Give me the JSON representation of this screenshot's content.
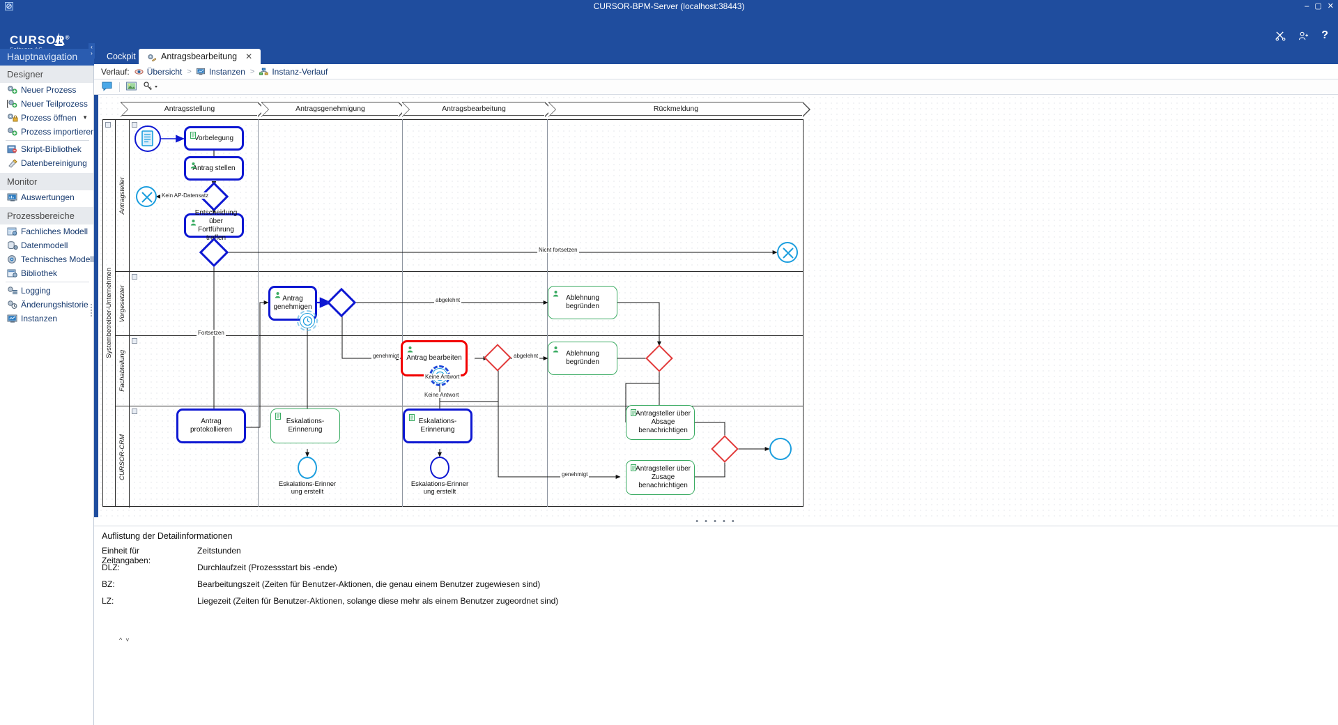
{
  "window": {
    "title": "CURSOR-BPM-Server (localhost:38443)",
    "app_icon": "app-icon",
    "minimize": "–",
    "maximize": "▢",
    "close": "✕"
  },
  "brand": {
    "name": "CURSOR",
    "trademark": "®",
    "subtitle": "Software AG"
  },
  "top_icons": [
    {
      "name": "tools-icon",
      "glyph": "✂"
    },
    {
      "name": "user-icon",
      "glyph": "👤"
    },
    {
      "name": "help-icon",
      "glyph": "?"
    }
  ],
  "sidebar": {
    "header": "Hauptnavigation",
    "collapse_glyph": "‹",
    "groups": [
      {
        "label": "Designer",
        "items": [
          {
            "label": "Neuer Prozess",
            "icon": "new-process-icon"
          },
          {
            "label": "Neuer Teilprozess",
            "icon": "new-subprocess-icon"
          },
          {
            "label": "Prozess öffnen",
            "icon": "open-process-icon",
            "has_chevron": true
          },
          {
            "label": "Prozess importieren",
            "icon": "import-process-icon"
          },
          {
            "separator": true
          },
          {
            "label": "Skript-Bibliothek",
            "icon": "script-library-icon"
          },
          {
            "label": "Datenbereinigung",
            "icon": "data-cleanup-icon"
          }
        ]
      },
      {
        "label": "Monitor",
        "items": [
          {
            "label": "Auswertungen",
            "icon": "reports-icon"
          }
        ]
      },
      {
        "label": "Prozessbereiche",
        "items": [
          {
            "label": "Fachliches Modell",
            "icon": "business-model-icon"
          },
          {
            "label": "Datenmodell",
            "icon": "data-model-icon"
          },
          {
            "label": "Technisches Modell",
            "icon": "technical-model-icon"
          },
          {
            "label": "Bibliothek",
            "icon": "library-icon"
          },
          {
            "separator": true
          },
          {
            "label": "Logging",
            "icon": "logging-icon"
          },
          {
            "label": "Änderungshistorie",
            "icon": "change-history-icon"
          },
          {
            "label": "Instanzen",
            "icon": "instances-icon"
          }
        ]
      }
    ]
  },
  "tabs": [
    {
      "label": "Cockpit",
      "active": false,
      "closable": false
    },
    {
      "label": "Antragsbearbeitung",
      "active": true,
      "closable": true,
      "close_glyph": "✕",
      "icon": "process-tab-icon"
    }
  ],
  "breadcrumb": {
    "label": "Verlauf:",
    "separator": ">",
    "items": [
      {
        "label": "Übersicht",
        "icon": "overview-eye-icon"
      },
      {
        "label": "Instanzen",
        "icon": "instances-monitor-icon"
      },
      {
        "label": "Instanz-Verlauf",
        "icon": "instance-history-icon"
      }
    ]
  },
  "toolbar": {
    "buttons": [
      {
        "name": "comment-button",
        "icon": "speech-bubble-icon"
      },
      {
        "name": "image-export-button",
        "icon": "picture-icon"
      },
      {
        "name": "key-button",
        "icon": "key-icon",
        "has_dropdown": true
      }
    ]
  },
  "diagram": {
    "phases": [
      {
        "label": "Antragsstellung"
      },
      {
        "label": "Antragsgenehmigung"
      },
      {
        "label": "Antragsbearbeitung"
      },
      {
        "label": "Rückmeldung"
      }
    ],
    "pool": {
      "label": "Systembetreiber-Unternehmen"
    },
    "lanes": [
      {
        "label": "Antragsteller"
      },
      {
        "label": "Vorgesetzter"
      },
      {
        "label": "Fachabteilung"
      },
      {
        "label": "CURSOR-CRM"
      }
    ],
    "nodes": [
      {
        "id": "start",
        "type": "start-event",
        "label": "",
        "state": "active-blue"
      },
      {
        "id": "vorbelegung",
        "type": "script-task",
        "label": "Vorbelegung",
        "state": "completed-blue"
      },
      {
        "id": "antrag_stellen",
        "type": "user-task",
        "label": "Antrag stellen",
        "state": "completed-blue"
      },
      {
        "id": "gw1",
        "type": "gateway",
        "label": "",
        "state": "completed-blue"
      },
      {
        "id": "end_kein_ap",
        "type": "end-event",
        "label": "",
        "state": "cyan"
      },
      {
        "id": "entscheidung",
        "type": "user-task",
        "label": "Entscheidung über Fortführung treffen",
        "state": "completed-blue"
      },
      {
        "id": "gw2",
        "type": "gateway",
        "label": "",
        "state": "completed-blue"
      },
      {
        "id": "end_nicht",
        "type": "end-event",
        "label": "",
        "state": "cyan"
      },
      {
        "id": "antrag_genehmigen",
        "type": "user-task",
        "label": "Antrag genehmigen",
        "state": "completed-blue",
        "boundary": "timer"
      },
      {
        "id": "gw3",
        "type": "gateway",
        "label": "",
        "state": "completed-blue"
      },
      {
        "id": "ablehnung_1",
        "type": "user-task",
        "label": "Ablehnung begründen",
        "state": "pending-green"
      },
      {
        "id": "antrag_bearbeiten",
        "type": "user-task",
        "label": "Antrag bearbeiten",
        "state": "current-red",
        "boundary": "timer-active"
      },
      {
        "id": "gw4",
        "type": "gateway",
        "label": "",
        "state": "pending-red"
      },
      {
        "id": "ablehnung_2",
        "type": "user-task",
        "label": "Ablehnung begründen",
        "state": "pending-green"
      },
      {
        "id": "gw5",
        "type": "gateway",
        "label": "",
        "state": "pending-red"
      },
      {
        "id": "antrag_protokollieren",
        "type": "service-task",
        "label": "Antrag protokollieren",
        "state": "completed-blue"
      },
      {
        "id": "eskalation_1",
        "type": "script-task",
        "label": "Eskalations-Erinnerung",
        "state": "pending-green"
      },
      {
        "id": "eskalation_1_end",
        "type": "end-event",
        "label": "Eskalations-Erinnerung erstellt",
        "state": "cyan"
      },
      {
        "id": "eskalation_2",
        "type": "script-task",
        "label": "Eskalations-Erinnerung",
        "state": "completed-blue"
      },
      {
        "id": "eskalation_2_end",
        "type": "end-event",
        "label": "Eskalations-Erinnerung erstellt",
        "state": "blue"
      },
      {
        "id": "absage",
        "type": "script-task",
        "label": "Antragsteller über Absage benachrichtigen",
        "state": "pending-green"
      },
      {
        "id": "zusage",
        "type": "script-task",
        "label": "Antragsteller über Zusage benachrichtigen",
        "state": "pending-green"
      },
      {
        "id": "gw6",
        "type": "gateway",
        "label": "",
        "state": "pending-red"
      },
      {
        "id": "end_final",
        "type": "end-event",
        "label": "",
        "state": "cyan"
      }
    ],
    "flow_labels": [
      {
        "id": "kein_ap",
        "text": "Kein AP-Datensatz"
      },
      {
        "id": "nicht_fortsetzen",
        "text": "Nicht fortsetzen"
      },
      {
        "id": "fortsetzen",
        "text": "Fortsetzen"
      },
      {
        "id": "abgelehnt_1",
        "text": "abgelehnt"
      },
      {
        "id": "genehmigt_1",
        "text": "genehmigt"
      },
      {
        "id": "abgelehnt_2",
        "text": "abgelehnt"
      },
      {
        "id": "keine_antwort_1",
        "text": "Keine Antwort"
      },
      {
        "id": "keine_antwort_2",
        "text": "Keine Antwort"
      },
      {
        "id": "genehmigt_2",
        "text": "genehmigt"
      }
    ],
    "node_labels": {
      "eskalation_1_end_l1": "Eskalations-Erinner",
      "eskalation_1_end_l2": "ung erstellt",
      "eskalation_2_end_l1": "Eskalations-Erinner",
      "eskalation_2_end_l2": "ung erstellt"
    }
  },
  "splitter": {
    "dots": "• • • • •",
    "collapse_up": "^",
    "collapse_down": "˅"
  },
  "detail_panel": {
    "title": "Auflistung der Detailinformationen",
    "rows": [
      {
        "key": "Einheit für Zeitangaben:",
        "value": "Zeitstunden"
      },
      {
        "key": "DLZ:",
        "value": "Durchlaufzeit (Prozessstart bis -ende)"
      },
      {
        "key": "BZ:",
        "value": "Bearbeitungszeit (Zeiten für Benutzer-Aktionen, die genau einem Benutzer zugewiesen sind)"
      },
      {
        "key": "LZ:",
        "value": "Liegezeit (Zeiten für Benutzer-Aktionen, solange diese mehr als einem Benutzer zugeordnet sind)"
      }
    ]
  },
  "colors": {
    "brand_blue": "#1f4d9e",
    "completed": "#0e18d2",
    "pending": "#3aab62",
    "current": "#f20000",
    "event_cyan": "#1c9ede",
    "gateway_pending": "#e23a3a"
  }
}
